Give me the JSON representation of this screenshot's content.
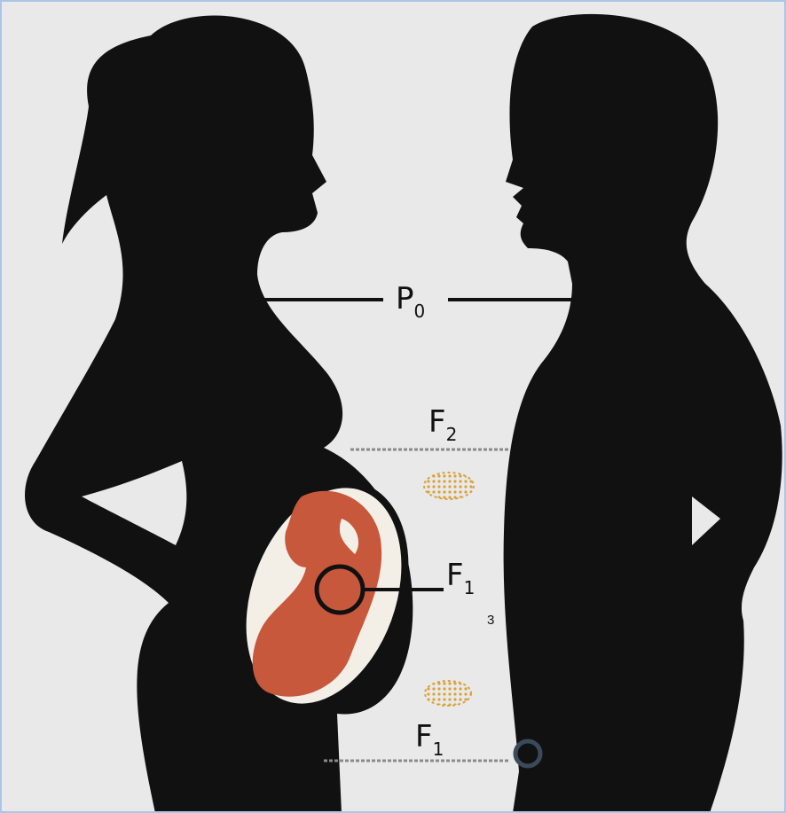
{
  "labels": {
    "p0": {
      "main": "P",
      "sub": "0"
    },
    "f2": {
      "main": "F",
      "sub": "2"
    },
    "f1_upper": {
      "main": "F",
      "sub": "1"
    },
    "f1_lower": {
      "main": "F",
      "sub": "1"
    }
  },
  "page_number": "3",
  "colors": {
    "background": "#e9e9e9",
    "border": "#a9c6e6",
    "silhouette": "#111111",
    "uterus_fill": "#f4efe6",
    "fetus": "#c8583c",
    "cells": "#d9a23a"
  }
}
